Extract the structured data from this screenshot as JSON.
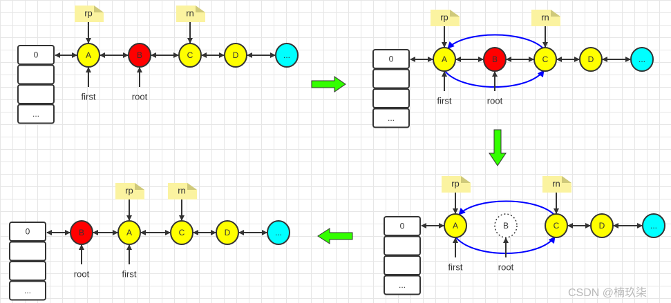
{
  "colors": {
    "yellow": "#ffff00",
    "red": "#ff0000",
    "cyan": "#00ffff",
    "note": "#fbf3a0",
    "note_fold": "#cfc97a",
    "curve": "#0000ff",
    "step_arrow": "#33ff00",
    "stroke": "#333333"
  },
  "panels": [
    {
      "array": [
        "0",
        "",
        "",
        "..."
      ],
      "nodes": [
        {
          "label": "A",
          "color": "yellow"
        },
        {
          "label": "B",
          "color": "red"
        },
        {
          "label": "C",
          "color": "yellow"
        },
        {
          "label": "D",
          "color": "yellow"
        },
        {
          "label": "...",
          "color": "cyan"
        }
      ],
      "notes": [
        {
          "label": "rp",
          "node": 0
        },
        {
          "label": "rn",
          "node": 2
        }
      ],
      "pointers": [
        {
          "label": "first",
          "node": 0
        },
        {
          "label": "root",
          "node": 1
        }
      ],
      "curves": false
    },
    {
      "array": [
        "0",
        "",
        "",
        "..."
      ],
      "nodes": [
        {
          "label": "A",
          "color": "yellow"
        },
        {
          "label": "B",
          "color": "red"
        },
        {
          "label": "C",
          "color": "yellow"
        },
        {
          "label": "D",
          "color": "yellow"
        },
        {
          "label": "...",
          "color": "cyan"
        }
      ],
      "notes": [
        {
          "label": "rp",
          "node": 0
        },
        {
          "label": "rn",
          "node": 2
        }
      ],
      "pointers": [
        {
          "label": "first",
          "node": 0
        },
        {
          "label": "root",
          "node": 1
        }
      ],
      "curves": true
    },
    {
      "array": [
        "0",
        "",
        "",
        "..."
      ],
      "nodes": [
        {
          "label": "A",
          "color": "yellow"
        },
        {
          "label": "B",
          "color": "none",
          "dotted": true
        },
        {
          "label": "C",
          "color": "yellow"
        },
        {
          "label": "D",
          "color": "yellow"
        },
        {
          "label": "...",
          "color": "cyan"
        }
      ],
      "notes": [
        {
          "label": "rp",
          "node": 0
        },
        {
          "label": "rn",
          "node": 2
        }
      ],
      "pointers": [
        {
          "label": "first",
          "node": 0
        },
        {
          "label": "root",
          "node": 1
        }
      ],
      "curves": true,
      "unlinked": true
    },
    {
      "array": [
        "0",
        "",
        "",
        "..."
      ],
      "nodes": [
        {
          "label": "B",
          "color": "red"
        },
        {
          "label": "A",
          "color": "yellow"
        },
        {
          "label": "C",
          "color": "yellow"
        },
        {
          "label": "D",
          "color": "yellow"
        },
        {
          "label": "...",
          "color": "cyan"
        }
      ],
      "notes": [
        {
          "label": "rp",
          "node": 1
        },
        {
          "label": "rn",
          "node": 2
        }
      ],
      "pointers": [
        {
          "label": "root",
          "node": 0
        },
        {
          "label": "first",
          "node": 1
        }
      ],
      "curves": false
    }
  ],
  "watermark": "CSDN @楠玖柒"
}
